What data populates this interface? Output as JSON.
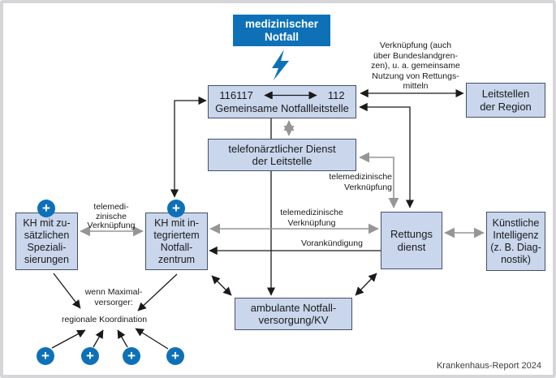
{
  "diagram": {
    "source": "Krankenhaus-Report 2024",
    "nodes": {
      "emergency": {
        "label": "medizinischer\nNotfall"
      },
      "joint_center": {
        "number_left": "116117",
        "number_right": "112",
        "label": "Gemeinsame Notfallleitstelle"
      },
      "regional_centers": {
        "label": "Leitstellen\nder Region"
      },
      "tele_doctor": {
        "label": "telefonärztlicher Dienst\nder Leitstelle"
      },
      "kh_special": {
        "label": "KH mit zu-\nsätzlichen\nSpeziali-\nsierungen"
      },
      "kh_emergency_center": {
        "label": "KH mit in-\ntegriertem\nNotfall-\nzentrum"
      },
      "rescue_service": {
        "label": "Rettungs\ndienst"
      },
      "ai": {
        "label": "Künstliche\nIntelligenz\n(z. B. Diag-\nnostik)"
      },
      "outpatient": {
        "label": "ambulante Notfall-\nversorgung/KV"
      }
    },
    "edge_labels": {
      "linkage_note": "Verknüpfung (auch\nüber Bundeslandgren-\nzen), u. a. gemeinsame\nNutzung von Rettungs-\nmitteln",
      "tele_link_right": "telemedizinische\nVerknüpfung",
      "tele_link_mid": "telemedizinische\nVerknüpfung",
      "tele_link_left": "telemedi-\nzinische\nVerknüpfung",
      "advance_notice": "Vorankündigung",
      "max_provider": "wenn Maximal-\nversorger:",
      "regional_coordination": "regionale Koordination"
    },
    "icons": {
      "plus": "+"
    },
    "colors": {
      "accent": "#0e71b8",
      "node_fill": "#c9d6ec",
      "node_border": "#44506b",
      "arrow_black": "#1a1a1a",
      "arrow_gray": "#969696",
      "frame": "#d6d6d8"
    }
  }
}
